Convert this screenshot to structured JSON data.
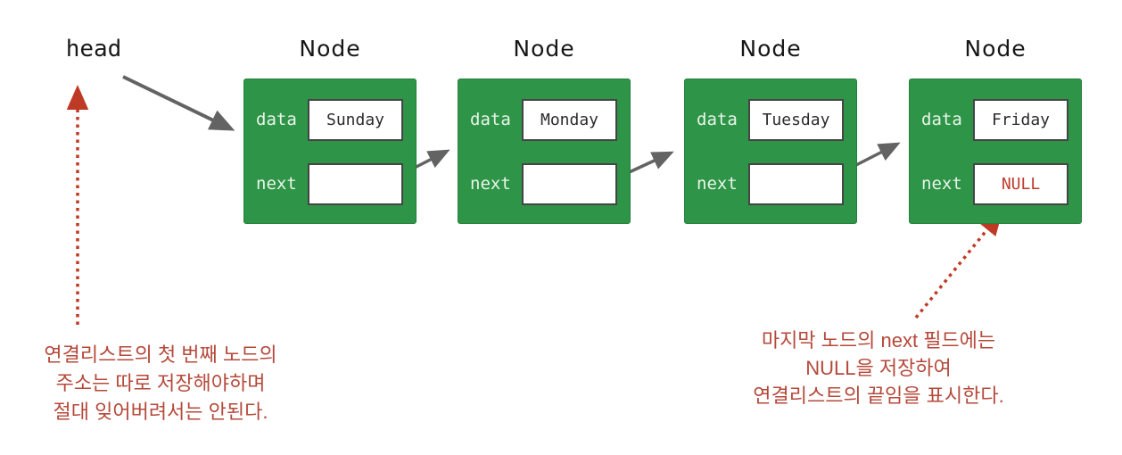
{
  "diagram": {
    "head_label": "head",
    "nodes": [
      {
        "title": "Node",
        "data_label": "data",
        "data_value": "Sunday",
        "next_label": "next",
        "next_value": ""
      },
      {
        "title": "Node",
        "data_label": "data",
        "data_value": "Monday",
        "next_label": "next",
        "next_value": ""
      },
      {
        "title": "Node",
        "data_label": "data",
        "data_value": "Tuesday",
        "next_label": "next",
        "next_value": ""
      },
      {
        "title": "Node",
        "data_label": "data",
        "data_value": "Friday",
        "next_label": "next",
        "next_value": "NULL"
      }
    ],
    "annotations": {
      "head_note": {
        "lines": [
          "연결리스트의 첫 번째 노드의",
          "주소는 따로 저장해야하며",
          "절대 잊어버려서는 안된다."
        ]
      },
      "null_note": {
        "lines": [
          "마지막 노드의 next 필드에는",
          "NULL을 저장하여",
          "연결리스트의 끝임을 표시한다."
        ]
      }
    },
    "colors": {
      "node_green": "#2e9447",
      "null_red": "#c0392b",
      "annotation_red": "#b5493a",
      "arrow_gray": "#636363",
      "dotted_arrow_red": "#bf3a25"
    }
  }
}
